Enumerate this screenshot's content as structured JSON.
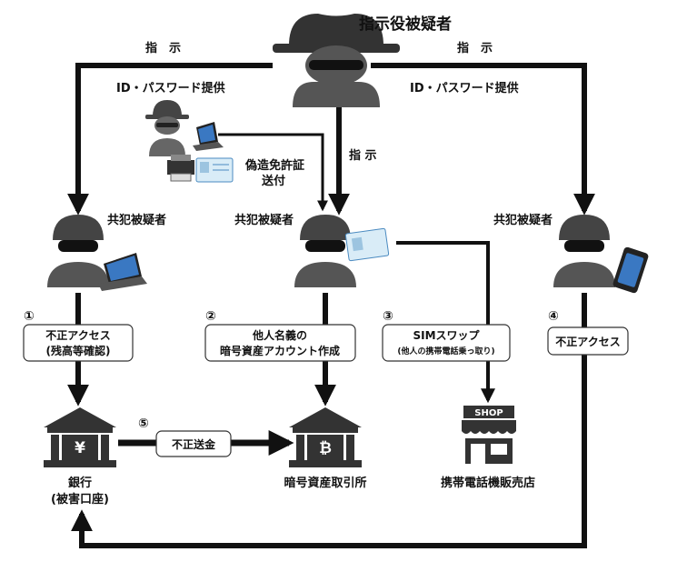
{
  "mastermind": {
    "label": "指示役被疑者"
  },
  "left_branch": {
    "instruct": "指　示",
    "id_provide": "ID・パスワード提供"
  },
  "right_branch": {
    "instruct": "指　示",
    "id_provide": "ID・パスワード提供"
  },
  "center_instruct": "指 示",
  "forged_license": {
    "line1": "偽造免許証",
    "line2": "送付"
  },
  "accomplices": [
    {
      "label": "共犯被疑者"
    },
    {
      "label": "共犯被疑者"
    },
    {
      "label": "共犯被疑者"
    }
  ],
  "steps": [
    {
      "num": "①",
      "line1": "不正アクセス",
      "line2": "(残高等確認)"
    },
    {
      "num": "②",
      "line1": "他人名義の",
      "line2": "暗号資産アカウント作成"
    },
    {
      "num": "③",
      "line1": "SIMスワップ",
      "line2": "(他人の携帯電話乗っ取り)"
    },
    {
      "num": "④",
      "line1": "不正アクセス"
    },
    {
      "num": "⑤",
      "line1": "不正送金"
    }
  ],
  "bank": {
    "symbol": "¥",
    "line1": "銀行",
    "line2": "(被害口座)"
  },
  "exchange": {
    "symbol": "₿",
    "label": "暗号資産取引所"
  },
  "shop": {
    "sign": "SHOP",
    "label": "携帯電話機販売店"
  }
}
